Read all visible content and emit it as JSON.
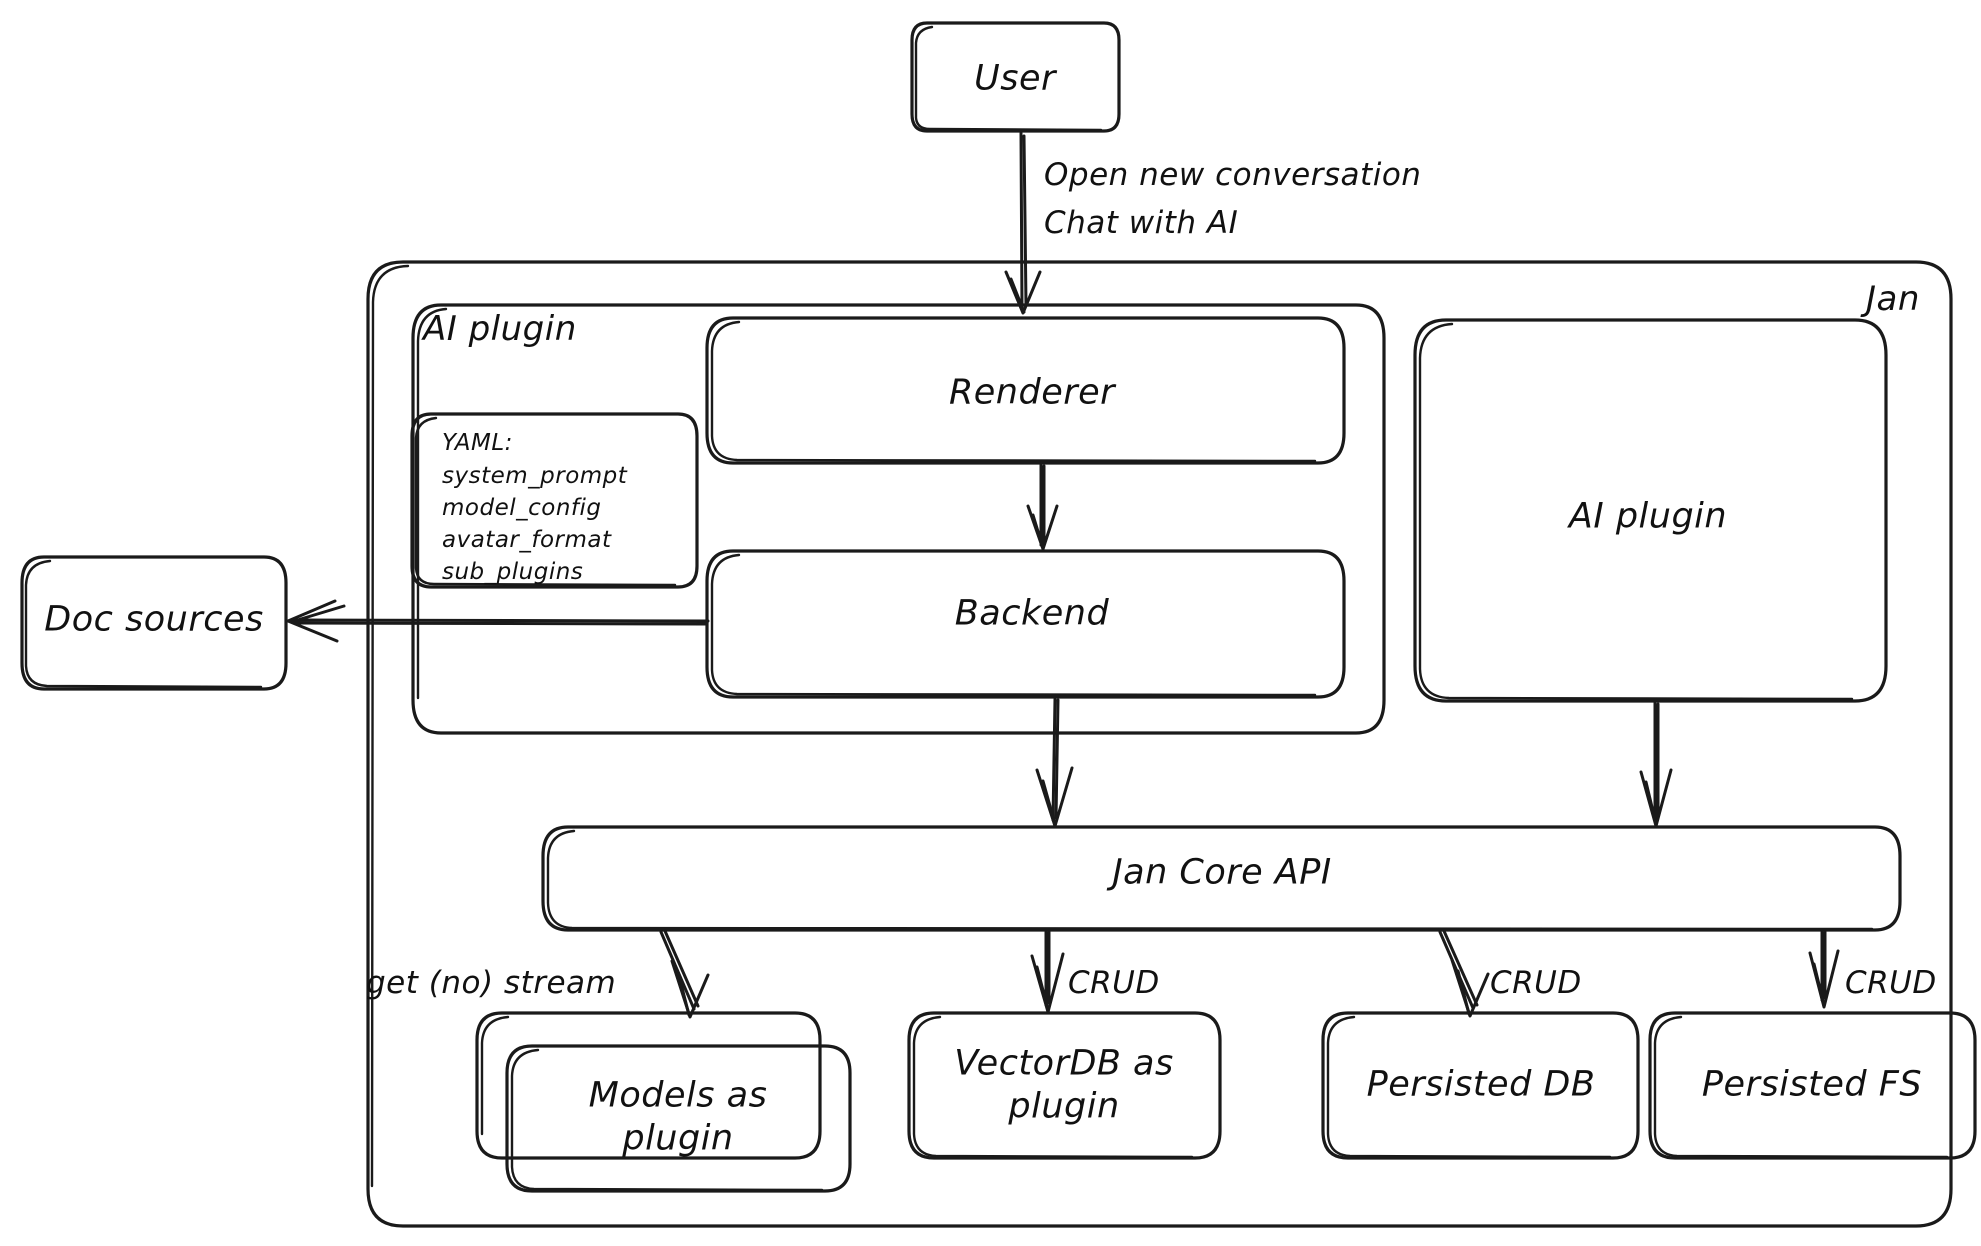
{
  "diagram": {
    "title": "Jan architecture diagram",
    "style": "hand-drawn whiteboard sketch",
    "stroke_color": "#1a1a1a",
    "background_color": "#ffffff"
  },
  "containers": {
    "jan": {
      "label": "Jan",
      "label_position": "top-right"
    },
    "ai_plugin_group": {
      "label": "AI plugin",
      "label_position": "top-left"
    }
  },
  "nodes": {
    "user": {
      "label": "User"
    },
    "renderer": {
      "label": "Renderer"
    },
    "backend": {
      "label": "Backend"
    },
    "ai_plugin_right": {
      "label": "AI plugin"
    },
    "doc_sources": {
      "label": "Doc sources"
    },
    "jan_core_api": {
      "label": "Jan Core API"
    },
    "models_as_plugin": {
      "label": "Models as\nplugin",
      "line1": "Models as",
      "line2": "plugin",
      "stacked": true
    },
    "vectordb_as_plugin": {
      "label": "VectorDB as\nplugin",
      "line1": "VectorDB as",
      "line2": "plugin"
    },
    "persisted_db": {
      "label": "Persisted DB"
    },
    "persisted_fs": {
      "label": "Persisted FS"
    }
  },
  "yaml_note": {
    "header": "YAML:",
    "items": [
      "system_prompt",
      "model_config",
      "avatar_format",
      "sub_plugins"
    ]
  },
  "edge_labels": {
    "user_to_renderer_line1": "Open new conversation",
    "user_to_renderer_line2": "Chat with AI",
    "api_to_models": "get (no) stream",
    "api_to_vectordb": "CRUD",
    "api_to_persisted_db": "CRUD",
    "api_to_persisted_fs": "CRUD"
  },
  "edges": [
    {
      "from": "user",
      "to": "renderer",
      "label": "Open new conversation / Chat with AI"
    },
    {
      "from": "renderer",
      "to": "backend",
      "label": ""
    },
    {
      "from": "backend",
      "to": "doc_sources",
      "label": ""
    },
    {
      "from": "backend",
      "to": "jan_core_api",
      "label": ""
    },
    {
      "from": "ai_plugin_right",
      "to": "jan_core_api",
      "label": ""
    },
    {
      "from": "jan_core_api",
      "to": "models_as_plugin",
      "label": "get (no) stream"
    },
    {
      "from": "jan_core_api",
      "to": "vectordb_as_plugin",
      "label": "CRUD"
    },
    {
      "from": "jan_core_api",
      "to": "persisted_db",
      "label": "CRUD"
    },
    {
      "from": "jan_core_api",
      "to": "persisted_fs",
      "label": "CRUD"
    }
  ]
}
